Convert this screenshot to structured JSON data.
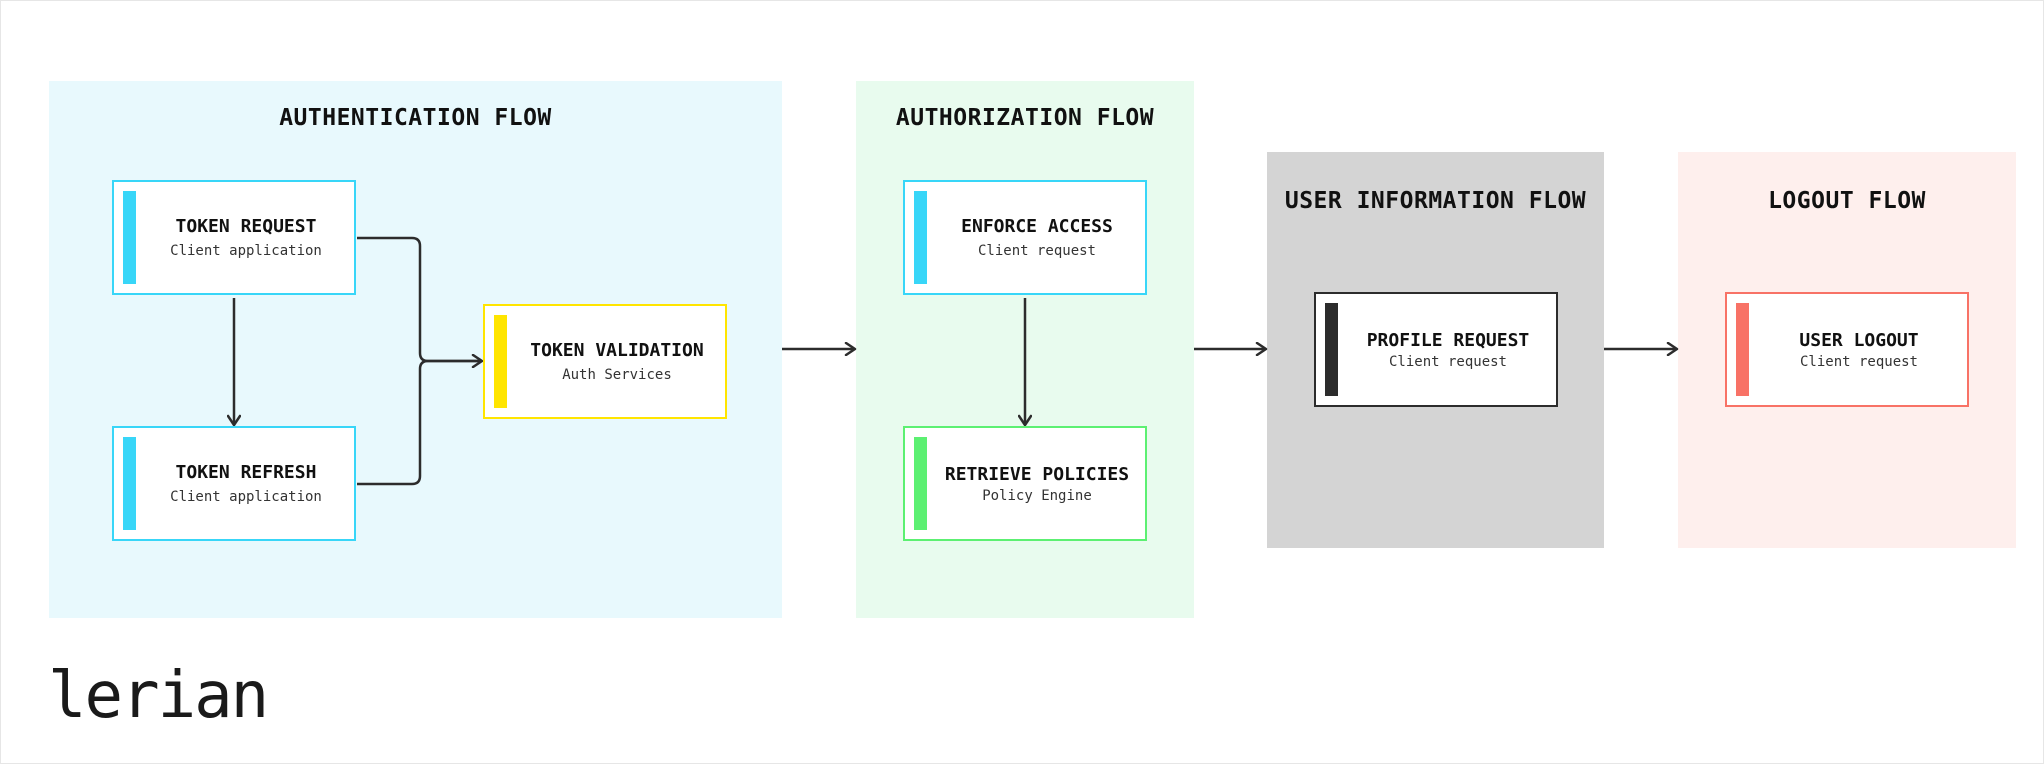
{
  "colors": {
    "auth_bg": "#e8f9fd",
    "authz_bg": "#e8fbee",
    "userinfo_bg": "#d4d4d4",
    "logout_bg": "#feefed",
    "cyan": "#38d6f8",
    "yellow": "#ffe500",
    "green": "#5cf072",
    "dark": "#2c2c2c",
    "salmon": "#f87266",
    "line": "#2c2c2c"
  },
  "groups": {
    "authentication": {
      "title": "AUTHENTICATION FLOW"
    },
    "authorization": {
      "title": "AUTHORIZATION FLOW"
    },
    "user_information": {
      "title": "USER INFORMATION FLOW"
    },
    "logout": {
      "title": "LOGOUT FLOW"
    }
  },
  "nodes": {
    "token_request": {
      "title": "TOKEN REQUEST",
      "subtitle": "Client application"
    },
    "token_refresh": {
      "title": "TOKEN REFRESH",
      "subtitle": "Client application"
    },
    "token_validation": {
      "title": "TOKEN VALIDATION",
      "subtitle": "Auth Services"
    },
    "enforce_access": {
      "title": "ENFORCE ACCESS",
      "subtitle": "Client request"
    },
    "retrieve_policies": {
      "title": "RETRIEVE POLICIES",
      "subtitle": "Policy Engine"
    },
    "profile_request": {
      "title": "PROFILE REQUEST",
      "subtitle": "Client request"
    },
    "user_logout": {
      "title": "USER LOGOUT",
      "subtitle": "Client request"
    }
  },
  "logo": {
    "text": "lerian"
  }
}
